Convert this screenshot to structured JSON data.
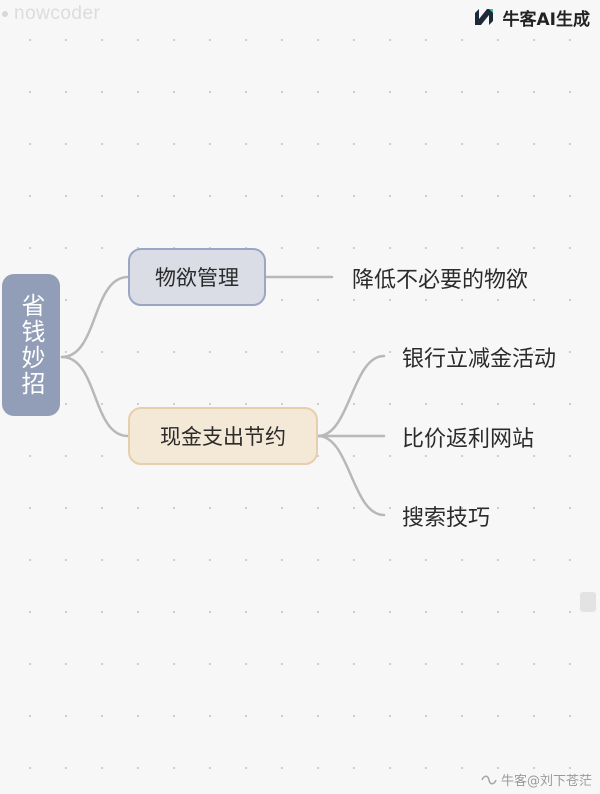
{
  "watermark": "nowcoder",
  "brand": {
    "name": "牛客AI生成",
    "logo_icon": "nowcoder-logo-icon"
  },
  "mindmap": {
    "root": "省钱妙招",
    "branches": [
      {
        "label": "物欲管理",
        "children": [
          "降低不必要的物欲"
        ]
      },
      {
        "label": "现金支出节约",
        "children": [
          "银行立减金活动",
          "比价返利网站",
          "搜索技巧"
        ]
      }
    ]
  },
  "footer": {
    "text": "牛客@刘下苍茫",
    "icon": "nowcoder-small-icon"
  },
  "colors": {
    "root_fill": "#929db7",
    "branch1_fill": "#dadde6",
    "branch1_border": "#9aa6c4",
    "branch2_fill": "#f4e8d6",
    "branch2_border": "#e5cfad",
    "connector": "#b8b8b8"
  }
}
